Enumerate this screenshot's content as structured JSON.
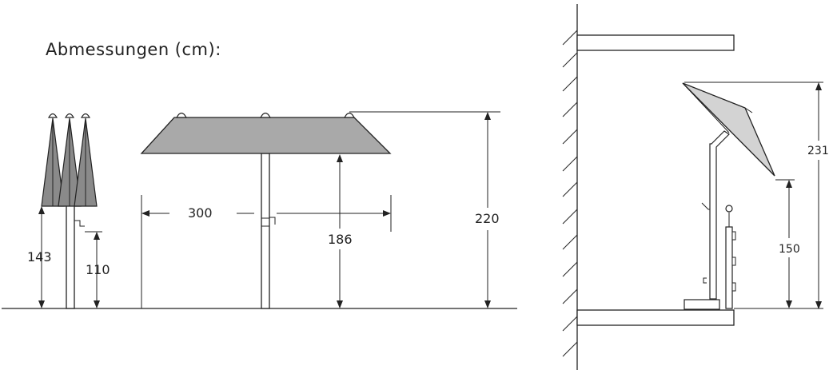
{
  "title": "Abmessungen (cm):",
  "dimensions": {
    "closed_total_height": "143",
    "crank_height": "110",
    "canopy_width": "300",
    "clearance_height": "186",
    "total_height": "220",
    "tilted_total_height": "231",
    "tilted_clearance": "150"
  },
  "colors": {
    "canopy": "#a9a9a9",
    "canopy_tilted": "#d3d3d3",
    "line": "#222222"
  }
}
